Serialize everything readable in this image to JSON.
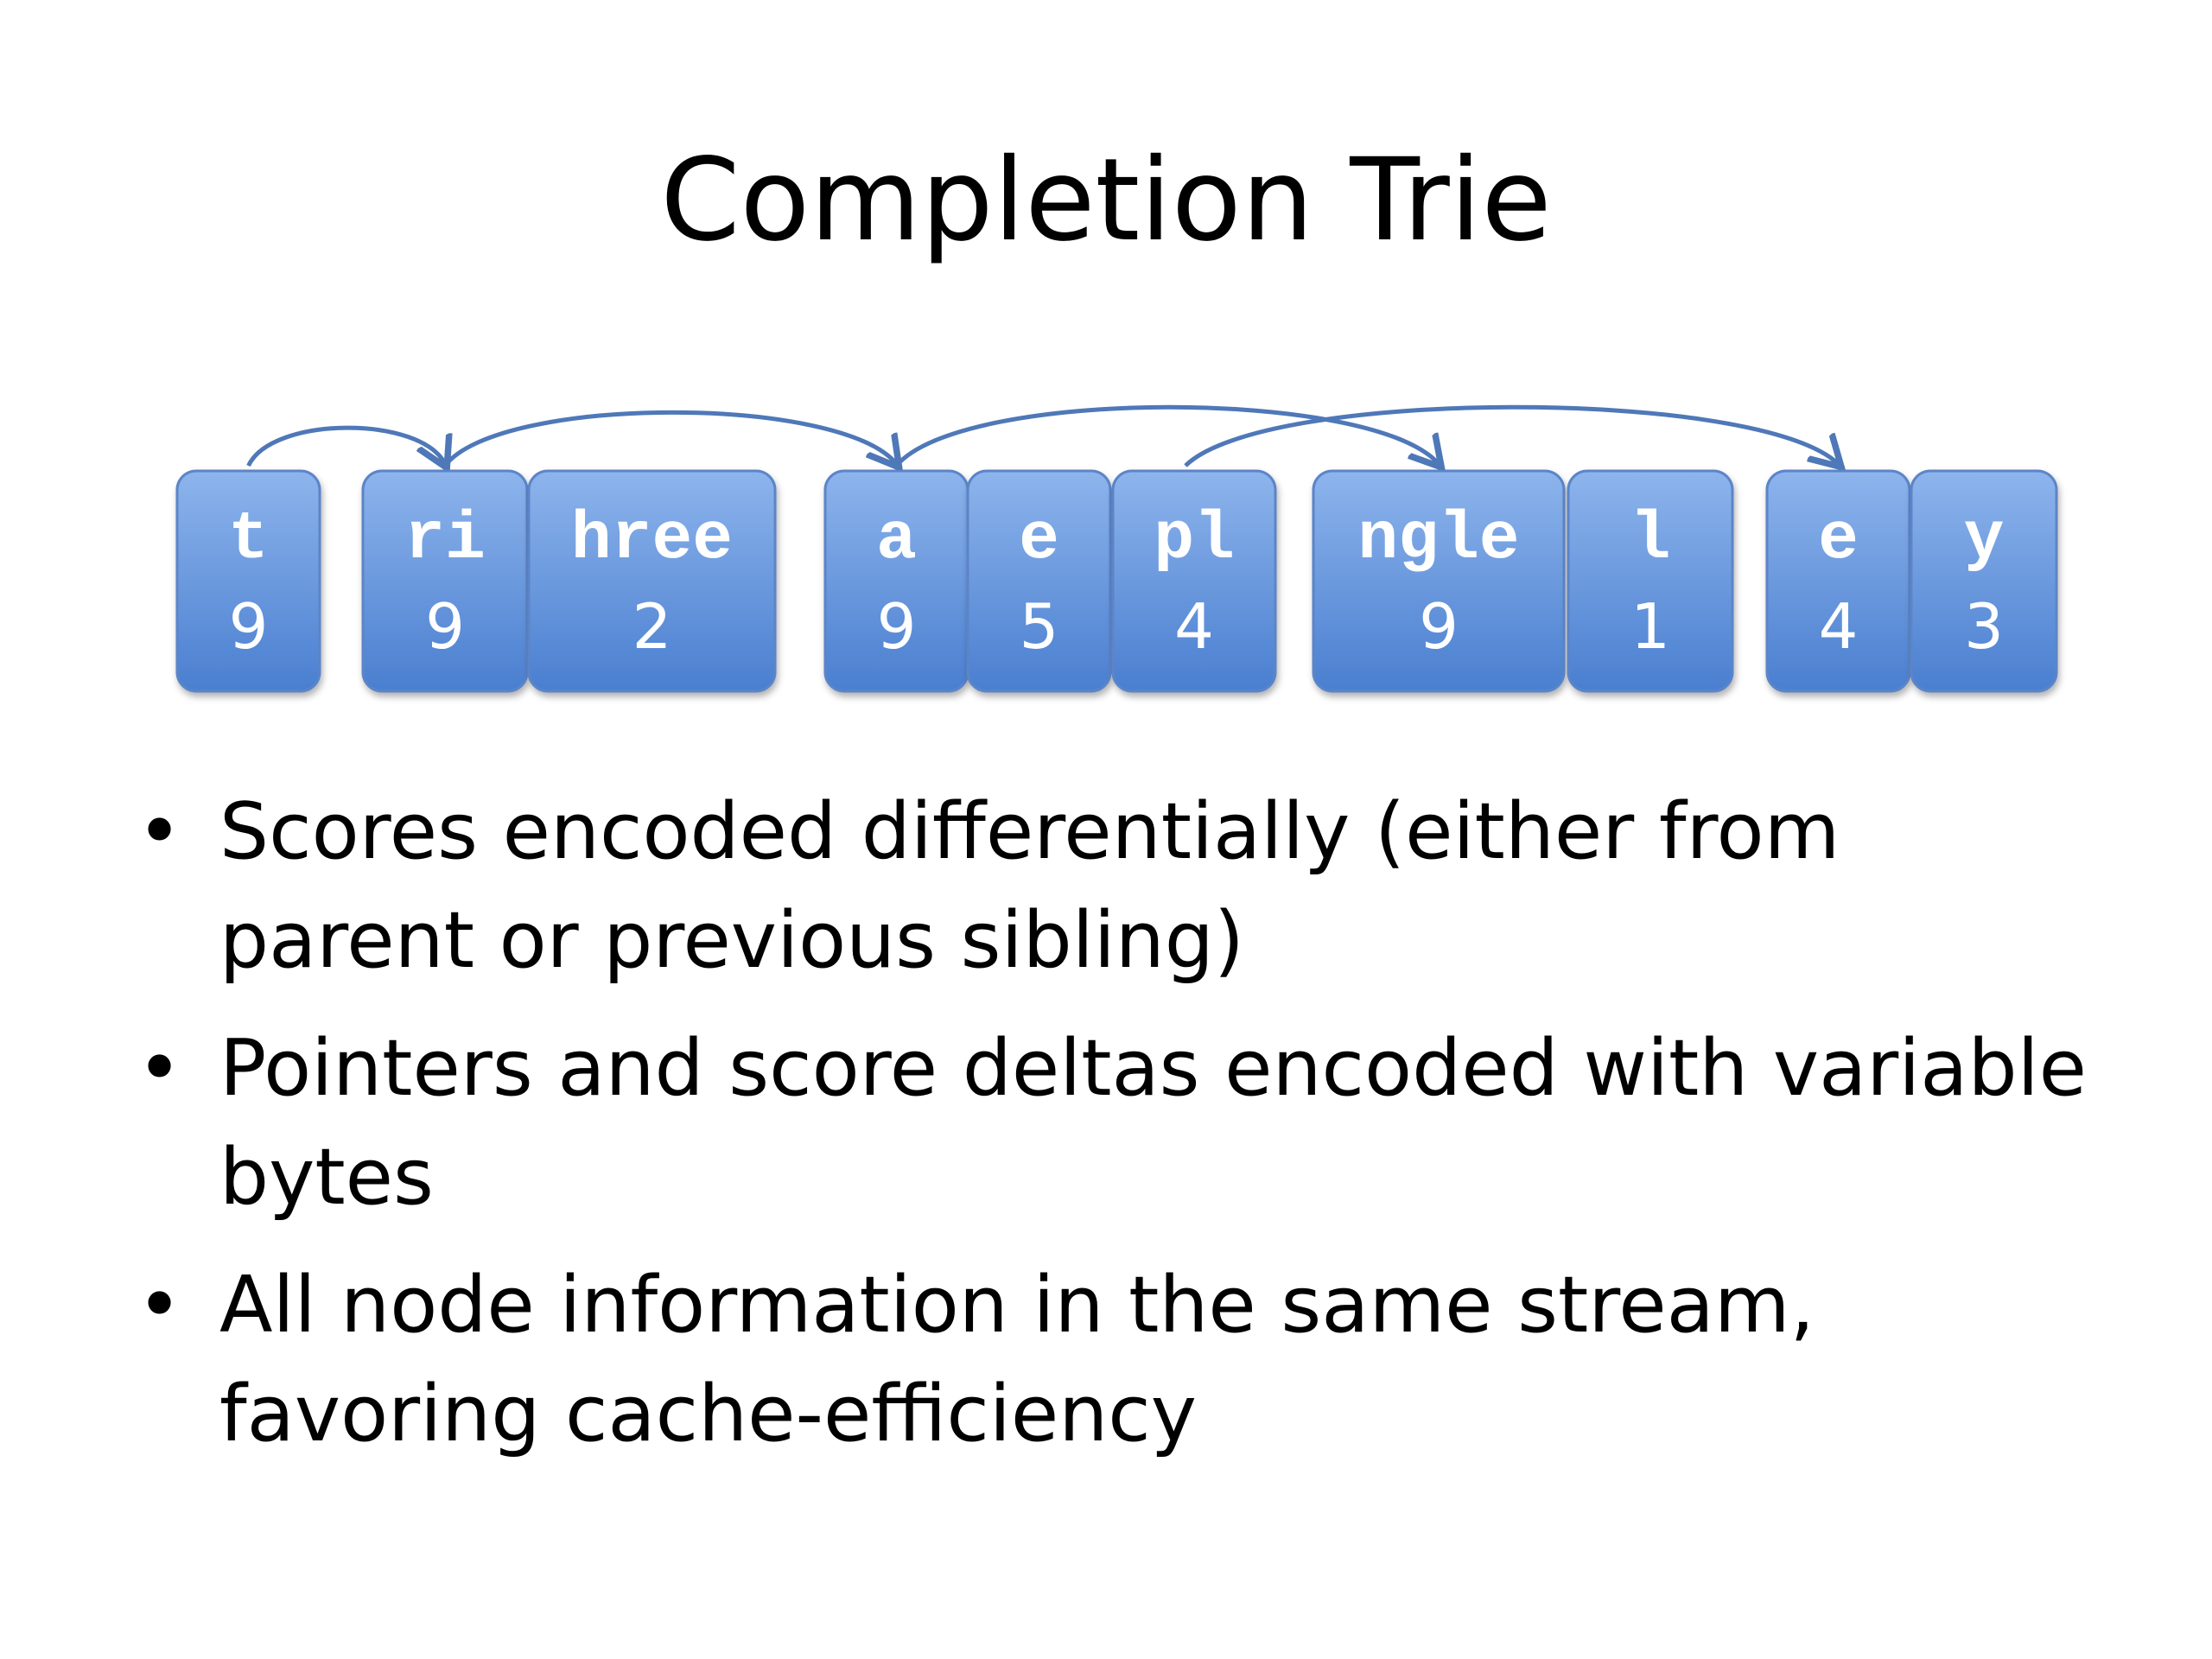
{
  "title": "Completion Trie",
  "nodes": [
    {
      "label": "t",
      "score": "9"
    },
    {
      "label": "ri",
      "score": "9"
    },
    {
      "label": "hree",
      "score": "2"
    },
    {
      "label": "a",
      "score": "9"
    },
    {
      "label": "e",
      "score": "5"
    },
    {
      "label": "pl",
      "score": "4"
    },
    {
      "label": "ngle",
      "score": "9"
    },
    {
      "label": "l",
      "score": "1"
    },
    {
      "label": "e",
      "score": "4"
    },
    {
      "label": "y",
      "score": "3"
    }
  ],
  "pointers": [
    {
      "from": 0,
      "to": 1
    },
    {
      "from": 1,
      "to": 3
    },
    {
      "from": 3,
      "to": 6
    },
    {
      "from": 5,
      "to": 8
    }
  ],
  "colors": {
    "node_top": "#8db4ec",
    "node_bottom": "#4a7fd0",
    "node_border": "#5b85c8",
    "arrow": "#4f78b8",
    "label": "#ffffff"
  },
  "bullets": [
    "Scores encoded differentially (either from parent or previous sibling)",
    "Pointers and score deltas encoded with variable bytes",
    "All node information in the same stream, favoring cache-efficiency"
  ]
}
